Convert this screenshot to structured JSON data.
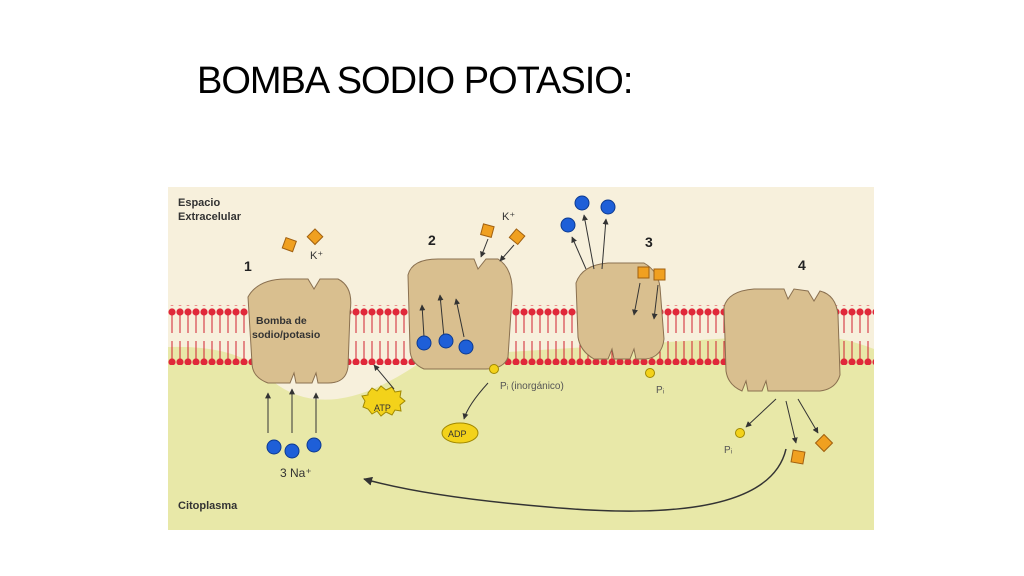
{
  "slide": {
    "title": "BOMBA SODIO POTASIO:"
  },
  "diagram": {
    "region_extracellular": [
      "Espacio",
      "Extracelular"
    ],
    "region_cytoplasm": "Citoplasma",
    "pump_label": [
      "Bomba de",
      "sodio/potasio"
    ],
    "steps": [
      "1",
      "2",
      "3",
      "4"
    ],
    "ion_k": "K⁺",
    "ion_na": "3 Na⁺",
    "atp": "ATP",
    "adp": "ADP",
    "pi_inorganic": "Pᵢ (inorgánico)",
    "pi": "Pᵢ",
    "colors": {
      "background_extracellular": "#f7f0dc",
      "cytoplasm": "#e8e8a8",
      "membrane": "#e0283a",
      "protein": "#d9bf8f",
      "sodium": "#1e5fd8",
      "potassium": "#f0a020",
      "phosphate": "#f3d21a"
    }
  }
}
